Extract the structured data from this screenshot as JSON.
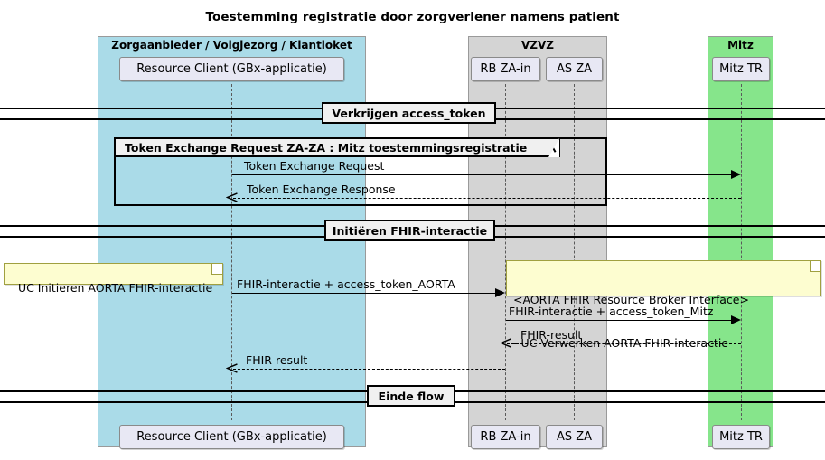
{
  "diagram": {
    "title": "Toestemming registratie door zorgverlener namens patient",
    "type": "uml-sequence-diagram"
  },
  "groups": [
    {
      "id": "zorgaanbieder",
      "label": "Zorgaanbieder / Volgjezorg / Klantloket",
      "color": "#aadbe8"
    },
    {
      "id": "vzvz",
      "label": "VZVZ",
      "color": "#d4d4d4"
    },
    {
      "id": "mitz",
      "label": "Mitz",
      "color": "#86e58b"
    }
  ],
  "participants": [
    {
      "id": "resource-client",
      "label": "Resource Client (GBx-applicatie)",
      "group": "zorgaanbieder"
    },
    {
      "id": "rb-za-in",
      "label": "RB ZA-in",
      "group": "vzvz"
    },
    {
      "id": "as-za",
      "label": "AS ZA",
      "group": "vzvz"
    },
    {
      "id": "mitz-tr",
      "label": "Mitz TR",
      "group": "mitz"
    }
  ],
  "dividers": [
    {
      "id": "verkrijgen-access-token",
      "label": "Verkrijgen access_token"
    },
    {
      "id": "initieren-fhir-interactie",
      "label": "Initiëren FHIR-interactie"
    },
    {
      "id": "einde-flow",
      "label": "Einde flow"
    }
  ],
  "fragment": {
    "id": "token-exchange-group",
    "label": "Token Exchange Request ZA-ZA : Mitz toestemmingsregistratie"
  },
  "messages": [
    {
      "id": "token-exchange-request",
      "label": "Token Exchange Request",
      "style": "solid",
      "direction": "right",
      "from": "resource-client",
      "to": "mitz-tr"
    },
    {
      "id": "token-exchange-response",
      "label": "Token Exchange Response",
      "style": "dashed",
      "direction": "left",
      "from": "mitz-tr",
      "to": "resource-client"
    },
    {
      "id": "fhir-interactie-aorta",
      "label": "FHIR-interactie + access_token_AORTA",
      "style": "solid",
      "direction": "right",
      "from": "resource-client",
      "to": "rb-za-in"
    },
    {
      "id": "fhir-interactie-mitz",
      "label": "FHIR-interactie + access_token_Mitz",
      "style": "solid",
      "direction": "right",
      "from": "rb-za-in",
      "to": "mitz-tr"
    },
    {
      "id": "fhir-result-mitz",
      "label": "FHIR-result",
      "style": "dashed",
      "direction": "left",
      "from": "mitz-tr",
      "to": "rb-za-in"
    },
    {
      "id": "fhir-result-client",
      "label": "FHIR-result",
      "style": "dashed",
      "direction": "left",
      "from": "rb-za-in",
      "to": "resource-client"
    }
  ],
  "notes": [
    {
      "id": "note-uc-initieren",
      "text": "UC Initieren AORTA FHIR-interactie"
    },
    {
      "id": "note-aorta-broker",
      "line1": "<AORTA FHIR Resource Broker Interface>",
      "line2": "- UC Verwerken AORTA FHIR-interactie"
    }
  ]
}
